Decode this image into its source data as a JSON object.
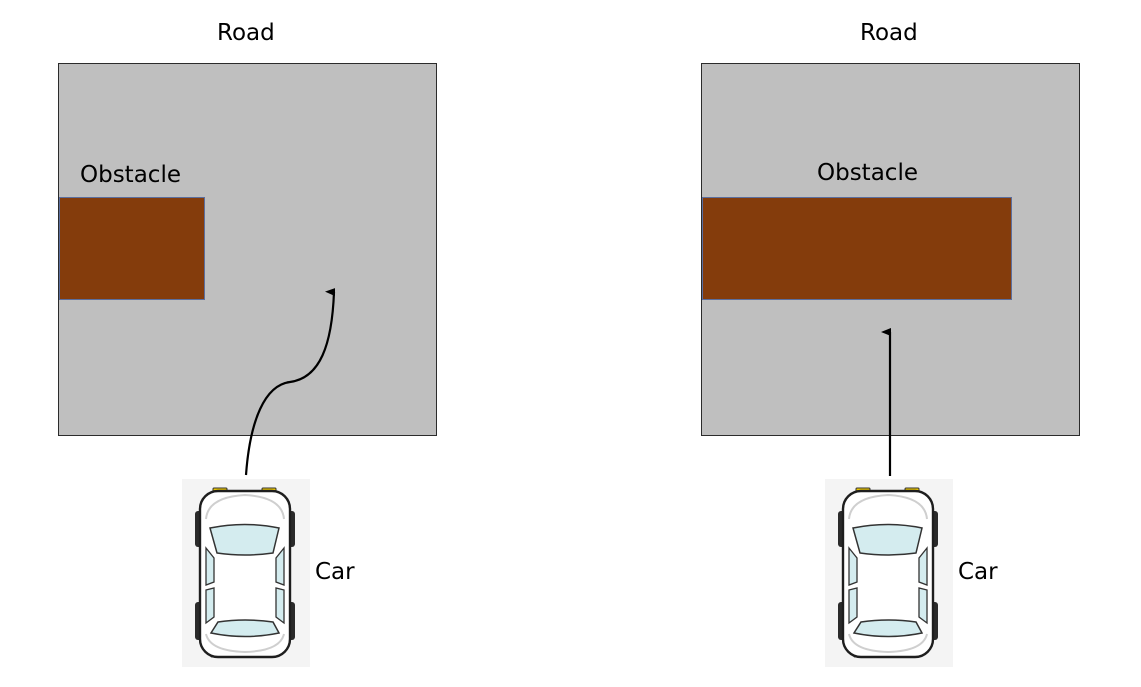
{
  "panels": [
    {
      "road_label": "Road",
      "obstacle_label": "Obstacle",
      "car_label": "Car",
      "path_icon": "curved-arrow",
      "car_icon": "car-top-view-icon"
    },
    {
      "road_label": "Road",
      "obstacle_label": "Obstacle",
      "car_label": "Car",
      "path_icon": "straight-arrow",
      "car_icon": "car-top-view-icon"
    }
  ],
  "colors": {
    "road": "#bfbfbf",
    "obstacle": "#843c0c",
    "arrow": "#000000",
    "car_window": "#d4ecef"
  }
}
